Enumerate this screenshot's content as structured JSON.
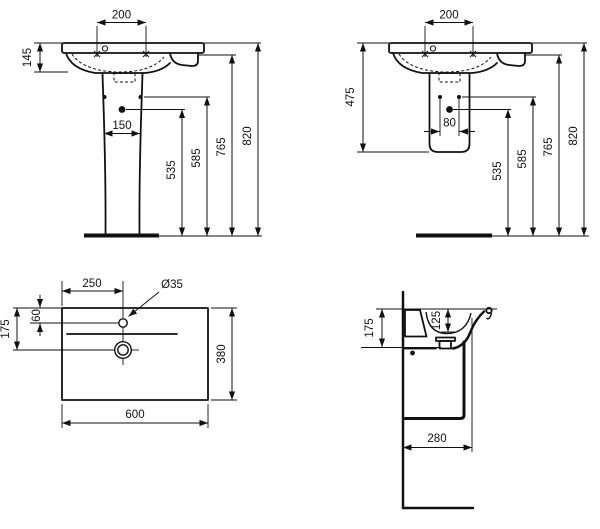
{
  "colors": {
    "line": "#111111",
    "background": "#ffffff"
  },
  "views": {
    "front_full_pedestal": {
      "dims": {
        "hole_spacing": "200",
        "basin_height": "145",
        "pedestal_width": "150",
        "drain_height": "535",
        "fixing_height": "585",
        "rim_underside_height": "765",
        "rim_height": "820"
      }
    },
    "front_semi_pedestal": {
      "dims": {
        "hole_spacing": "200",
        "semi_pedestal_height": "475",
        "fixing_spacing": "80",
        "drain_height": "535",
        "fixing_height": "585",
        "rim_underside_height": "765",
        "rim_height": "820"
      }
    },
    "plan": {
      "dims": {
        "tap_hole_offset_x": "250",
        "tap_hole_diameter": "Ø35",
        "tap_hole_offset_y": "60",
        "drain_offset_y": "175",
        "depth": "380",
        "width": "600"
      }
    },
    "side": {
      "dims": {
        "front_edge_height": "175",
        "bowl_depth": "125",
        "wall_to_front": "280"
      }
    }
  }
}
